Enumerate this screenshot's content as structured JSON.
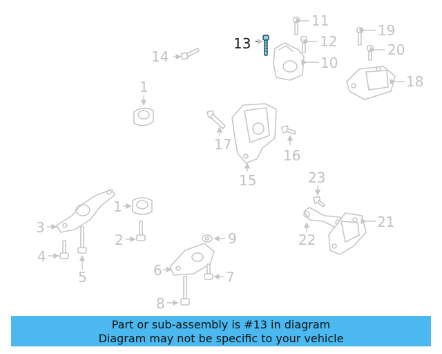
{
  "callouts": [
    {
      "id": "1a",
      "text": "1"
    },
    {
      "id": "1b",
      "text": "1"
    },
    {
      "id": "2",
      "text": "2"
    },
    {
      "id": "3",
      "text": "3"
    },
    {
      "id": "4",
      "text": "4"
    },
    {
      "id": "5",
      "text": "5"
    },
    {
      "id": "6",
      "text": "6"
    },
    {
      "id": "7",
      "text": "7"
    },
    {
      "id": "8",
      "text": "8"
    },
    {
      "id": "9",
      "text": "9"
    },
    {
      "id": "10",
      "text": "10"
    },
    {
      "id": "11",
      "text": "11"
    },
    {
      "id": "12",
      "text": "12"
    },
    {
      "id": "13",
      "text": "13"
    },
    {
      "id": "14",
      "text": "14"
    },
    {
      "id": "15",
      "text": "15"
    },
    {
      "id": "16",
      "text": "16"
    },
    {
      "id": "17",
      "text": "17"
    },
    {
      "id": "18",
      "text": "18"
    },
    {
      "id": "19",
      "text": "19"
    },
    {
      "id": "20",
      "text": "20"
    },
    {
      "id": "21",
      "text": "21"
    },
    {
      "id": "22",
      "text": "22"
    },
    {
      "id": "23",
      "text": "23"
    }
  ],
  "highlighted_part": "13",
  "colors": {
    "highlight": "#8fd3e8",
    "banner": "#4bb9ef",
    "inactive": "#c2c2c2",
    "active": "#111111"
  },
  "banner": {
    "line1": "Part or sub-assembly is #13 in diagram",
    "line2": "Diagram may not be specific to your vehicle"
  }
}
